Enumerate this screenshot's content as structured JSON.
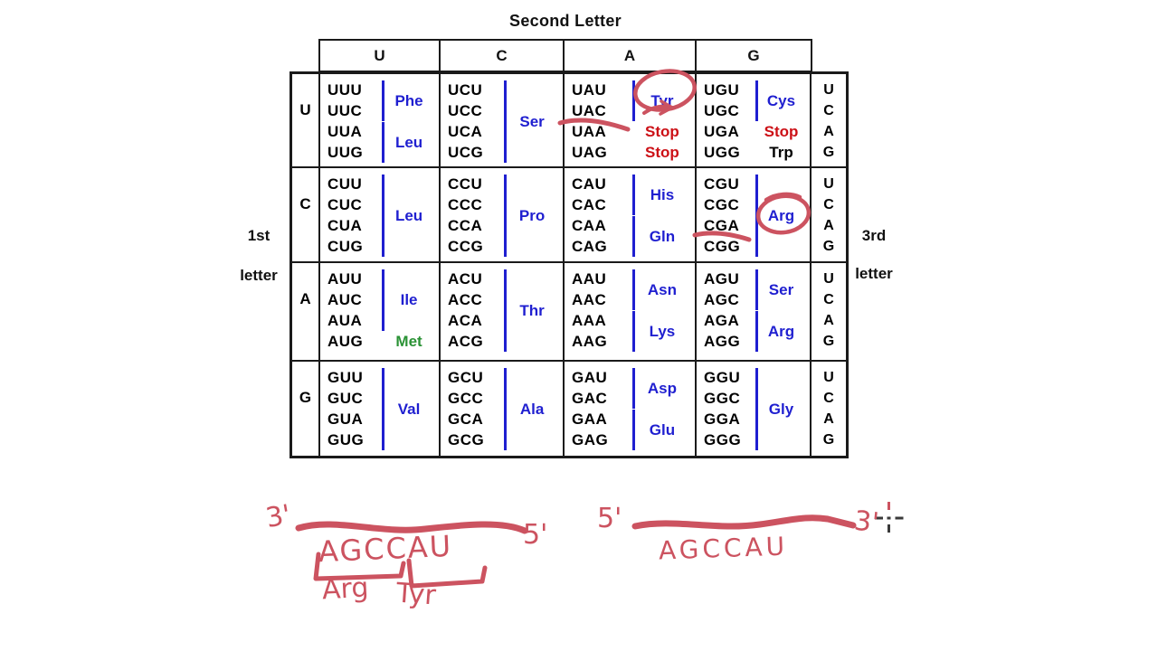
{
  "title": "Second Letter",
  "side_labels": {
    "left_top": "1st",
    "left_bottom": "letter",
    "right_top": "3rd",
    "right_bottom": "letter"
  },
  "second_letters": [
    "U",
    "C",
    "A",
    "G"
  ],
  "third_letters": [
    "U",
    "C",
    "A",
    "G"
  ],
  "colors": {
    "codon_black": "#000000",
    "amino_blue": "#1f1fd0",
    "stop_red": "#cc1016",
    "met_green": "#2a9235",
    "annotation_red": "#cc5360",
    "border": "#1a1a1a",
    "cursor_gray": "#3a3a3a"
  },
  "table_rows": [
    {
      "first_letter": "U",
      "cells": [
        {
          "codons": [
            "UUU",
            "UUC",
            "UUA",
            "UUG"
          ],
          "groups": [
            {
              "label": "Phe",
              "span": [
                0,
                1
              ],
              "style": "blue",
              "bar": true
            },
            {
              "label": "Leu",
              "span": [
                2,
                3
              ],
              "style": "blue",
              "bar": true
            }
          ]
        },
        {
          "codons": [
            "UCU",
            "UCC",
            "UCA",
            "UCG"
          ],
          "groups": [
            {
              "label": "Ser",
              "span": [
                0,
                3
              ],
              "style": "blue",
              "bar": true
            }
          ]
        },
        {
          "codons": [
            "UAU",
            "UAC",
            "UAA",
            "UAG"
          ],
          "groups": [
            {
              "label": "Tyr",
              "span": [
                0,
                1
              ],
              "style": "blue",
              "bar": true,
              "circled": true
            },
            {
              "label": "Stop",
              "span": [
                2,
                2
              ],
              "style": "red",
              "bar": false
            },
            {
              "label": "Stop",
              "span": [
                3,
                3
              ],
              "style": "red",
              "bar": false
            }
          ]
        },
        {
          "codons": [
            "UGU",
            "UGC",
            "UGA",
            "UGG"
          ],
          "groups": [
            {
              "label": "Cys",
              "span": [
                0,
                1
              ],
              "style": "blue",
              "bar": true
            },
            {
              "label": "Stop",
              "span": [
                2,
                2
              ],
              "style": "red",
              "bar": false
            },
            {
              "label": "Trp",
              "span": [
                3,
                3
              ],
              "style": "black",
              "bar": false
            }
          ]
        }
      ]
    },
    {
      "first_letter": "C",
      "cells": [
        {
          "codons": [
            "CUU",
            "CUC",
            "CUA",
            "CUG"
          ],
          "groups": [
            {
              "label": "Leu",
              "span": [
                0,
                3
              ],
              "style": "blue",
              "bar": true
            }
          ]
        },
        {
          "codons": [
            "CCU",
            "CCC",
            "CCA",
            "CCG"
          ],
          "groups": [
            {
              "label": "Pro",
              "span": [
                0,
                3
              ],
              "style": "blue",
              "bar": true
            }
          ]
        },
        {
          "codons": [
            "CAU",
            "CAC",
            "CAA",
            "CAG"
          ],
          "groups": [
            {
              "label": "His",
              "span": [
                0,
                1
              ],
              "style": "blue",
              "bar": true
            },
            {
              "label": "Gln",
              "span": [
                2,
                3
              ],
              "style": "blue",
              "bar": true
            }
          ]
        },
        {
          "codons": [
            "CGU",
            "CGC",
            "CGA",
            "CGG"
          ],
          "groups": [
            {
              "label": "Arg",
              "span": [
                0,
                3
              ],
              "style": "blue",
              "bar": true,
              "circled": true
            }
          ]
        }
      ]
    },
    {
      "first_letter": "A",
      "cells": [
        {
          "codons": [
            "AUU",
            "AUC",
            "AUA",
            "AUG"
          ],
          "groups": [
            {
              "label": "Ile",
              "span": [
                0,
                2
              ],
              "style": "blue",
              "bar": true
            },
            {
              "label": "Met",
              "span": [
                3,
                3
              ],
              "style": "green",
              "bar": false
            }
          ]
        },
        {
          "codons": [
            "ACU",
            "ACC",
            "ACA",
            "ACG"
          ],
          "groups": [
            {
              "label": "Thr",
              "span": [
                0,
                3
              ],
              "style": "blue",
              "bar": true
            }
          ]
        },
        {
          "codons": [
            "AAU",
            "AAC",
            "AAA",
            "AAG"
          ],
          "groups": [
            {
              "label": "Asn",
              "span": [
                0,
                1
              ],
              "style": "blue",
              "bar": true
            },
            {
              "label": "Lys",
              "span": [
                2,
                3
              ],
              "style": "blue",
              "bar": true
            }
          ]
        },
        {
          "codons": [
            "AGU",
            "AGC",
            "AGA",
            "AGG"
          ],
          "groups": [
            {
              "label": "Ser",
              "span": [
                0,
                1
              ],
              "style": "blue",
              "bar": true
            },
            {
              "label": "Arg",
              "span": [
                2,
                3
              ],
              "style": "blue",
              "bar": true
            }
          ]
        }
      ]
    },
    {
      "first_letter": "G",
      "cells": [
        {
          "codons": [
            "GUU",
            "GUC",
            "GUA",
            "GUG"
          ],
          "groups": [
            {
              "label": "Val",
              "span": [
                0,
                3
              ],
              "style": "blue",
              "bar": true
            }
          ]
        },
        {
          "codons": [
            "GCU",
            "GCC",
            "GCA",
            "GCG"
          ],
          "groups": [
            {
              "label": "Ala",
              "span": [
                0,
                3
              ],
              "style": "blue",
              "bar": true
            }
          ]
        },
        {
          "codons": [
            "GAU",
            "GAC",
            "GAA",
            "GAG"
          ],
          "groups": [
            {
              "label": "Asp",
              "span": [
                0,
                1
              ],
              "style": "blue",
              "bar": true
            },
            {
              "label": "Glu",
              "span": [
                2,
                3
              ],
              "style": "blue",
              "bar": true
            }
          ]
        },
        {
          "codons": [
            "GGU",
            "GGC",
            "GGA",
            "GGG"
          ],
          "groups": [
            {
              "label": "Gly",
              "span": [
                0,
                3
              ],
              "style": "blue",
              "bar": true
            }
          ]
        }
      ]
    }
  ],
  "annotations": {
    "marks": [
      {
        "type": "circle",
        "target": "Tyr"
      },
      {
        "type": "underline",
        "target": "UAC"
      },
      {
        "type": "circle",
        "target": "Arg"
      },
      {
        "type": "underline",
        "target": "CGA"
      }
    ],
    "left_sequence": {
      "start_end": "3'",
      "sequence": "AGCCAU",
      "stop_end": "5'",
      "bracket_labels": [
        "Arg",
        "Tyr"
      ]
    },
    "right_sequence": {
      "start_end": "5'",
      "sequence": "AGCCAU",
      "stop_end": "3'"
    }
  }
}
